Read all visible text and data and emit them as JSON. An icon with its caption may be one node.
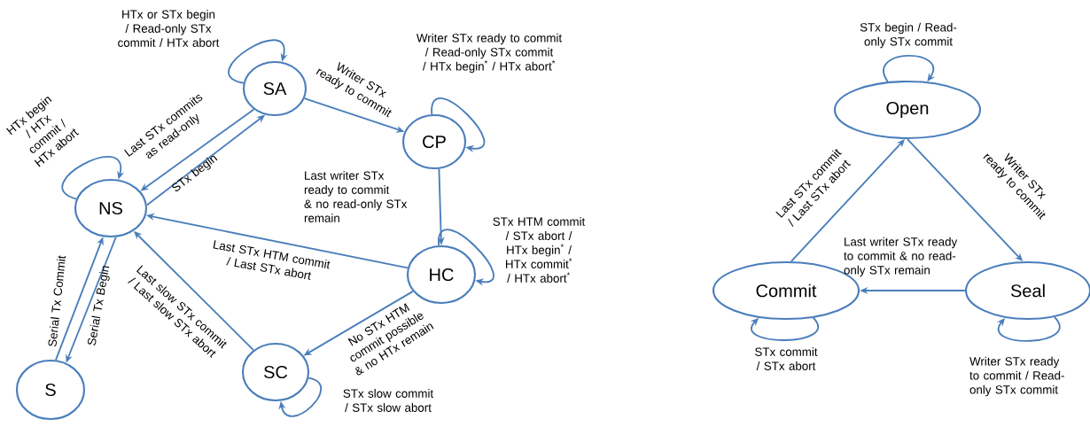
{
  "diagram": {
    "nodes": [
      {
        "text": [
          "SA"
        ]
      },
      {
        "text": [
          "CP"
        ]
      },
      {
        "text": [
          "NS"
        ]
      },
      {
        "text": [
          "HC"
        ]
      },
      {
        "text": [
          "S"
        ]
      },
      {
        "text": [
          "SC"
        ]
      },
      {
        "text": [
          "Open"
        ]
      },
      {
        "text": [
          "Commit"
        ]
      },
      {
        "text": [
          "Seal"
        ]
      }
    ],
    "edges": [
      {
        "from": 0,
        "to": 0,
        "arrow": "to",
        "label": "HTx or STx begin / Read-only STx commit / HTx abort"
      },
      {
        "from": 0,
        "to": 1,
        "arrow": "to",
        "label": "Writer STx ready to commit"
      },
      {
        "from": 0,
        "to": 2,
        "arrow": "to",
        "label": "Last STx commits as read-only"
      },
      {
        "from": 2,
        "to": 0,
        "arrow": "to",
        "label": "STx begin"
      },
      {
        "from": 2,
        "to": 2,
        "arrow": "to",
        "label": "HTx begin / HTx commit / HTx abort"
      },
      {
        "from": 1,
        "to": 1,
        "arrow": "to",
        "label": "Writer STx ready to commit / Read-only STx commit / HTx begin$^{*}$ / HTx abort$^{*}$"
      },
      {
        "from": 1,
        "to": 3,
        "arrow": "to",
        "label": "Last writer STx ready to commit & no read-only STx remain"
      },
      {
        "from": 3,
        "to": 2,
        "arrow": "to",
        "label": "Last STx HTM commit / Last STx abort"
      },
      {
        "from": 3,
        "to": 3,
        "arrow": "to",
        "label": "STx HTM commit / STx abort / HTx begin$^{*}$ / HTx commit$^{*}$ / HTx abort$^{*}$"
      },
      {
        "from": 3,
        "to": 5,
        "arrow": "to",
        "label": "No STx HTM commit possible & no HTx remain"
      },
      {
        "from": 5,
        "to": 2,
        "arrow": "to",
        "label": "Last slow STx commit / Last slow STx abort"
      },
      {
        "from": 5,
        "to": 5,
        "arrow": "to",
        "label": "STx slow commit / STx slow abort"
      },
      {
        "from": 4,
        "to": 2,
        "arrow": "to",
        "label": "Serial Tx Commit"
      },
      {
        "from": 2,
        "to": 4,
        "arrow": "to",
        "label": "Serial Tx Begin"
      },
      {
        "from": 6,
        "to": 6,
        "arrow": "to",
        "label": "STx begin / Read-only STx commit"
      },
      {
        "from": 6,
        "to": 8,
        "arrow": "to",
        "label": "Writer STx ready to commit"
      },
      {
        "from": 8,
        "to": 7,
        "arrow": "to",
        "label": "Last writer STx ready to commit & no read-only STx remain"
      },
      {
        "from": 7,
        "to": 6,
        "arrow": "to",
        "label": "Last STx commit / Last STx abort"
      },
      {
        "from": 7,
        "to": 7,
        "arrow": "to",
        "label": "STx commit / STx abort"
      },
      {
        "from": 8,
        "to": 8,
        "arrow": "to",
        "label": "Writer STx ready to commit / Read-only STx commit"
      }
    ]
  }
}
